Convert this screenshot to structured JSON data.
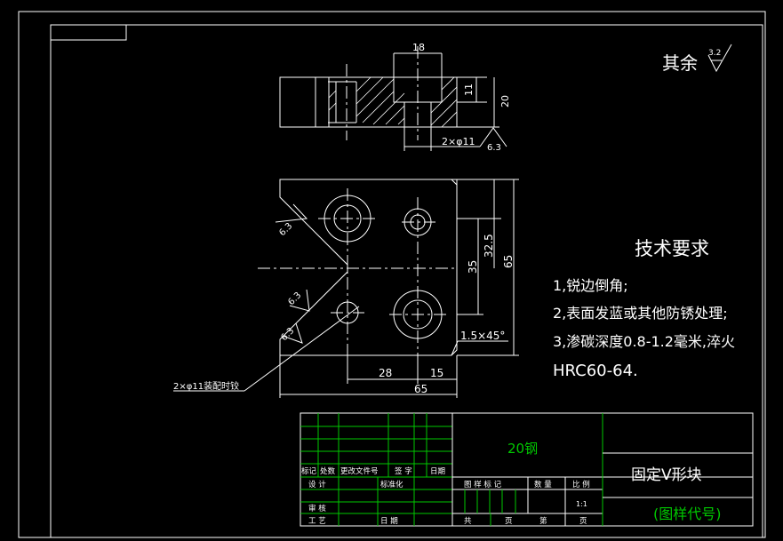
{
  "surface_finish": {
    "prefix": "其余",
    "value": "3.2"
  },
  "top_view": {
    "dim_width": "18",
    "dim_depth": "11",
    "dim_height": "20",
    "hole_note": "2×φ11",
    "roughness": "6.3"
  },
  "front_view": {
    "dim_32_5": "32.5",
    "dim_35": "35",
    "dim_65_v": "65",
    "chamfer": "1.5×45°",
    "dim_28": "28",
    "dim_15": "15",
    "dim_65_h": "65",
    "roughness_a": "6.3",
    "roughness_b": "6.3",
    "roughness_c": "6.3",
    "pin_note": "2×φ11装配时铰"
  },
  "tech_requirements": {
    "title": "技术要求",
    "lines": [
      "1,锐边倒角;",
      "2,表面发蓝或其他防锈处理;",
      "3,渗碳深度0.8-1.2毫米,淬火",
      "HRC60-64."
    ]
  },
  "title_block": {
    "material": "20钢",
    "part_name": "固定V形块",
    "drawing_code": "(图样代号)",
    "headers": [
      "标记",
      "处数",
      "更改文件号",
      "签 字",
      "日期"
    ],
    "row_design": "设 计",
    "row_standard": "标准化",
    "row_review": "审 核",
    "row_process": "工 艺",
    "row_date": "日 期",
    "col_sample": "图 样 标 记",
    "col_qty": "数 量",
    "col_scale": "比 例",
    "scale_value": "1:1",
    "total": "共",
    "page1": "页",
    "sheet": "第",
    "page2": "页"
  },
  "colors": {
    "line": "#ffffff",
    "table": "#00c800",
    "background": "#000000"
  }
}
